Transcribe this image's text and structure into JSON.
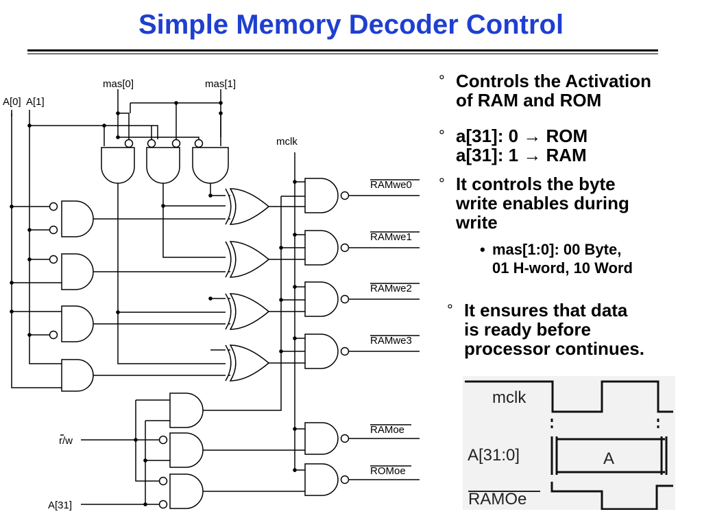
{
  "title": "Simple Memory Decoder Control",
  "bullets": [
    {
      "marker": "°",
      "lines": [
        "Controls the Activation",
        "of RAM and ROM"
      ]
    },
    {
      "marker": "°",
      "lines": [
        "a[31]: 0 → ROM",
        "a[31]: 1 → RAM"
      ]
    },
    {
      "marker": "°",
      "lines": [
        "It controls the byte",
        "write enables during",
        "write"
      ]
    },
    {
      "marker": "•",
      "lines": [
        "mas[1:0]: 00  Byte,",
        "01 H-word, 10 Word"
      ]
    },
    {
      "marker": "°",
      "lines": [
        "It ensures that data",
        "is ready before",
        "processor continues."
      ]
    }
  ],
  "circuit": {
    "inputs": {
      "a0": "A[0]",
      "a1": "A[1]",
      "mas0": "mas[0]",
      "mas1": "mas[1]",
      "mclk": "mclk",
      "rw": "r/w",
      "a31": "A[31]"
    },
    "outputs": [
      "RAMwe0",
      "RAMwe1",
      "RAMwe2",
      "RAMwe3",
      "RAMoe",
      "ROMoe"
    ]
  },
  "timing": {
    "signals": [
      "mclk",
      "A[31:0]",
      "RAMOe"
    ],
    "bus_value": "A"
  }
}
